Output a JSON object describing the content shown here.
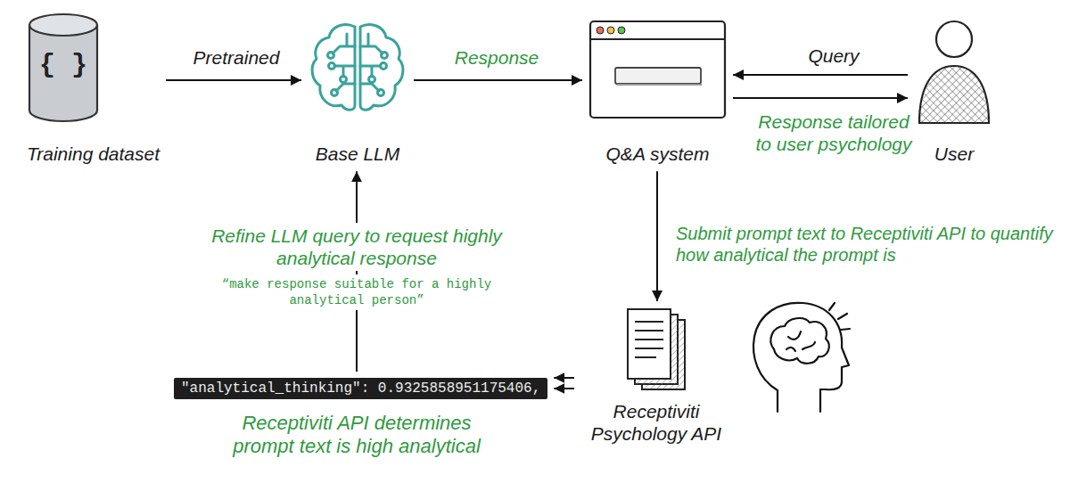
{
  "diagram": {
    "nodes": [
      {
        "text": [
          "{ }",
          "Training dataset"
        ]
      },
      {
        "text": [
          "Base LLM"
        ]
      },
      {
        "text": [
          "Q&A system"
        ]
      },
      {
        "text": [
          "User"
        ]
      },
      {
        "text": [
          "\"analytical_thinking\": 0.9325858951175406,"
        ]
      },
      {
        "text": [
          "Receptiviti Psychology API"
        ]
      }
    ],
    "edges": [
      {
        "from": 0,
        "to": 1,
        "label": "Pretrained",
        "arrow": "to"
      },
      {
        "from": 1,
        "to": 2,
        "label": "Response",
        "arrow": "to"
      },
      {
        "from": 3,
        "to": 2,
        "label": "Query",
        "arrow": "to"
      },
      {
        "from": 2,
        "to": 3,
        "label": "Response tailored to user psychology",
        "arrow": "to"
      },
      {
        "from": 2,
        "to": 5,
        "label": "Submit prompt text to Receptiviti API to quantify how analytical the prompt is",
        "arrow": "to"
      },
      {
        "from": 5,
        "to": 4,
        "arrow": "to"
      },
      {
        "from": 5,
        "to": 4,
        "arrow": "to"
      },
      {
        "from": 4,
        "to": 1,
        "label": "Refine LLM query to request highly analytical response",
        "arrow": "to"
      }
    ],
    "labels": [
      "“make response suitable for a highly analytical person”",
      "Receptiviti API determines prompt text is high analytical"
    ]
  }
}
